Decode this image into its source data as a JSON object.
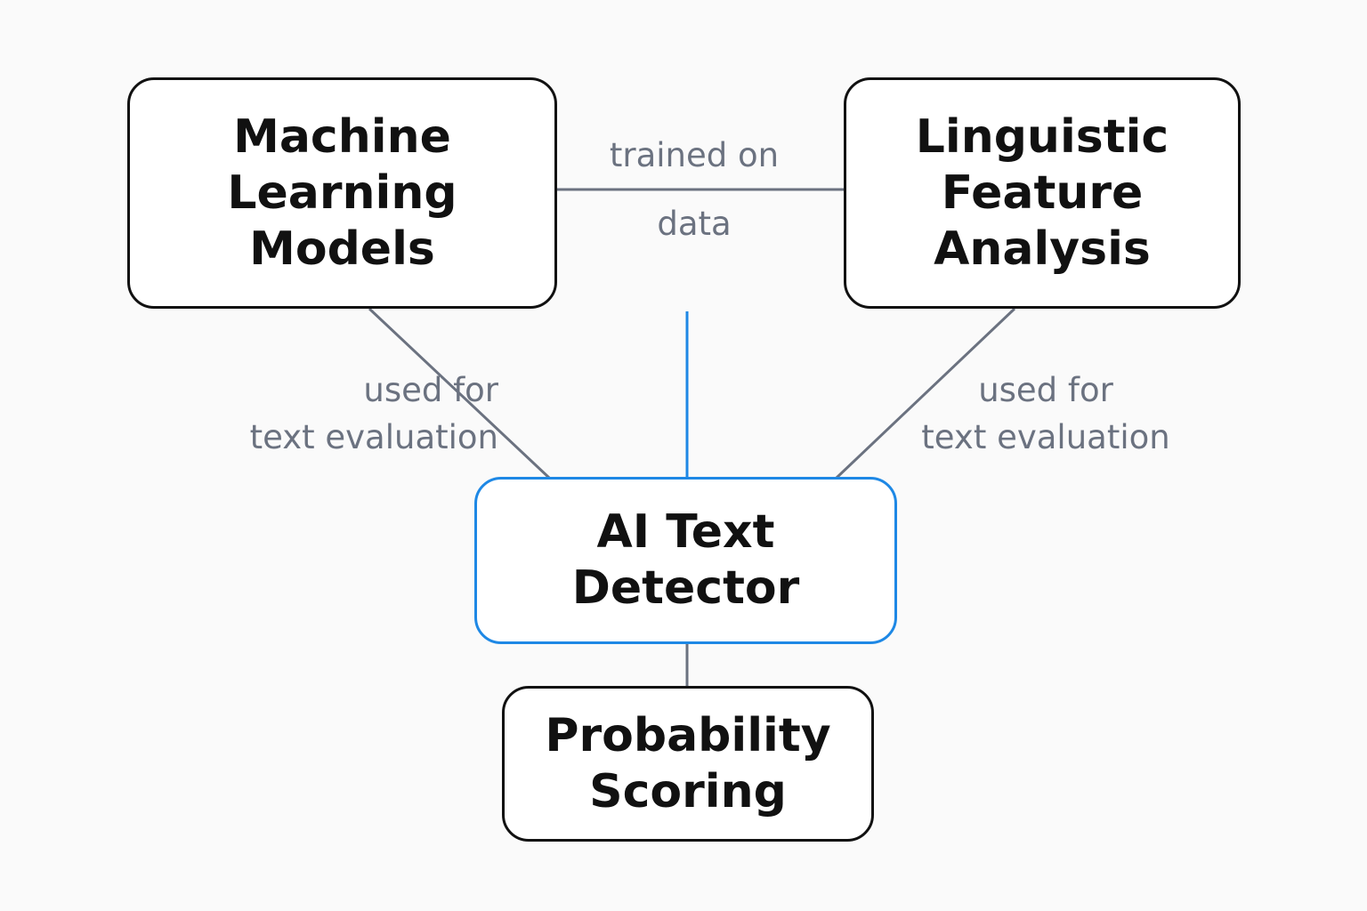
{
  "nodes": {
    "ml": "Machine\nLearning\nModels",
    "lfa": "Linguistic\nFeature\nAnalysis",
    "detector": "AI Text\nDetector",
    "scoring": "Probability\nScoring"
  },
  "edges": {
    "trained_on": "trained on",
    "data": "data",
    "used_left": "used for\ntext evaluation",
    "used_right": "used for\ntext evaluation"
  },
  "colors": {
    "accent": "#1e88e5",
    "line": "#6b7280"
  }
}
